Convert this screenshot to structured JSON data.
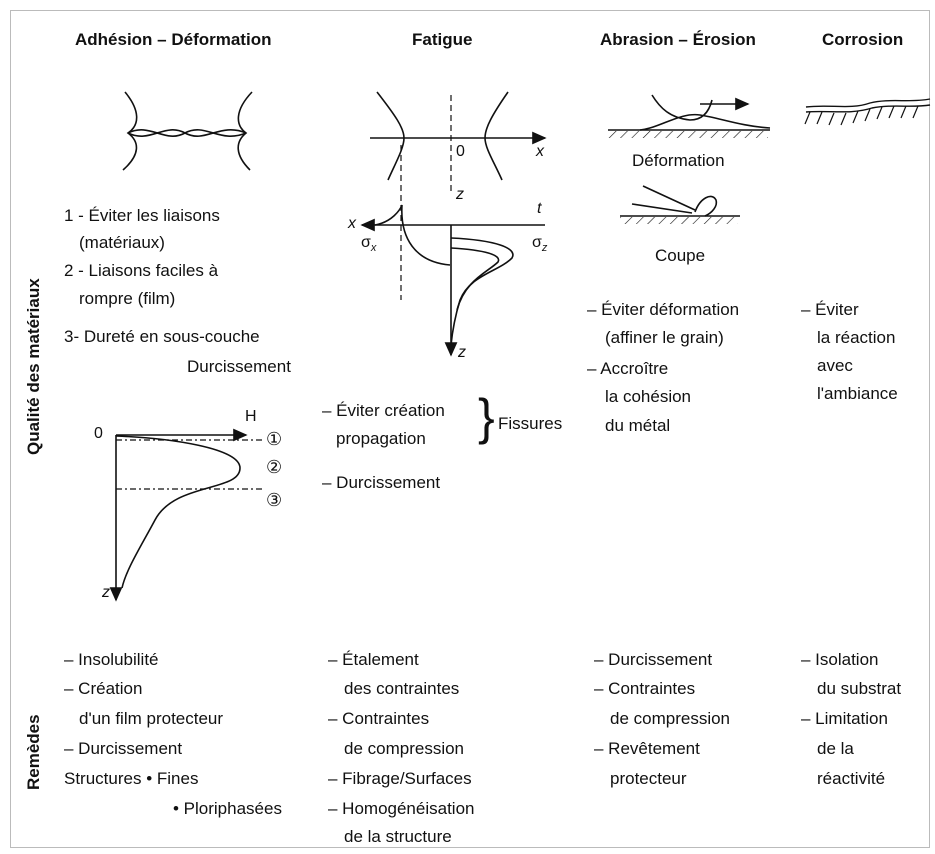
{
  "headers": {
    "adhesion": "Adhésion – Déformation",
    "fatigue": "Fatigue",
    "abrasion": "Abrasion – Érosion",
    "corrosion": "Corrosion"
  },
  "row_labels": {
    "qualite": "Qualité des matériaux",
    "remedes": "Remèdes"
  },
  "adhesion_quality": [
    "1 - Éviter les liaisons",
    "(matériaux)",
    "2 - Liaisons faciles à",
    "rompre (film)",
    "3- Dureté en sous-couche",
    "Durcissement"
  ],
  "hardness_graph": {
    "zero": "0",
    "h": "H",
    "z": "z",
    "m1": "①",
    "m2": "②",
    "m3": "③"
  },
  "fatigue_diagram": {
    "zero": "0",
    "x_top": "x",
    "z_mid": "z",
    "x_left": "x",
    "t": "t",
    "sigma_x": "σ",
    "sigma_x_sub": "x",
    "sigma_z": "σ",
    "sigma_z_sub": "z",
    "z_bottom": "z"
  },
  "fatigue_quality": {
    "line1": "– Éviter création",
    "line2": "propagation",
    "brace_label": "Fissures",
    "line3": "– Durcissement"
  },
  "abrasion_labels": {
    "deformation": "Déformation",
    "coupe": "Coupe"
  },
  "abrasion_quality": [
    "– Éviter déformation",
    "(affiner le grain)",
    "– Accroître",
    "la cohésion",
    "du métal"
  ],
  "corrosion_quality": [
    "– Éviter",
    "la réaction",
    "avec",
    "l'ambiance"
  ],
  "remedes": {
    "adhesion": [
      "– Insolubilité",
      "– Création",
      "d'un film protecteur",
      "– Durcissement",
      "Structures • Fines",
      "• Ploriphasées"
    ],
    "fatigue": [
      "– Étalement",
      "des contraintes",
      "– Contraintes",
      "de compression",
      "– Fibrage/Surfaces",
      "– Homogénéisation",
      "de la structure"
    ],
    "abrasion": [
      "– Durcissement",
      "– Contraintes",
      "de compression",
      "– Revêtement",
      "protecteur"
    ],
    "corrosion": [
      "– Isolation",
      "du substrat",
      "– Limitation",
      "de la",
      "réactivité"
    ]
  }
}
